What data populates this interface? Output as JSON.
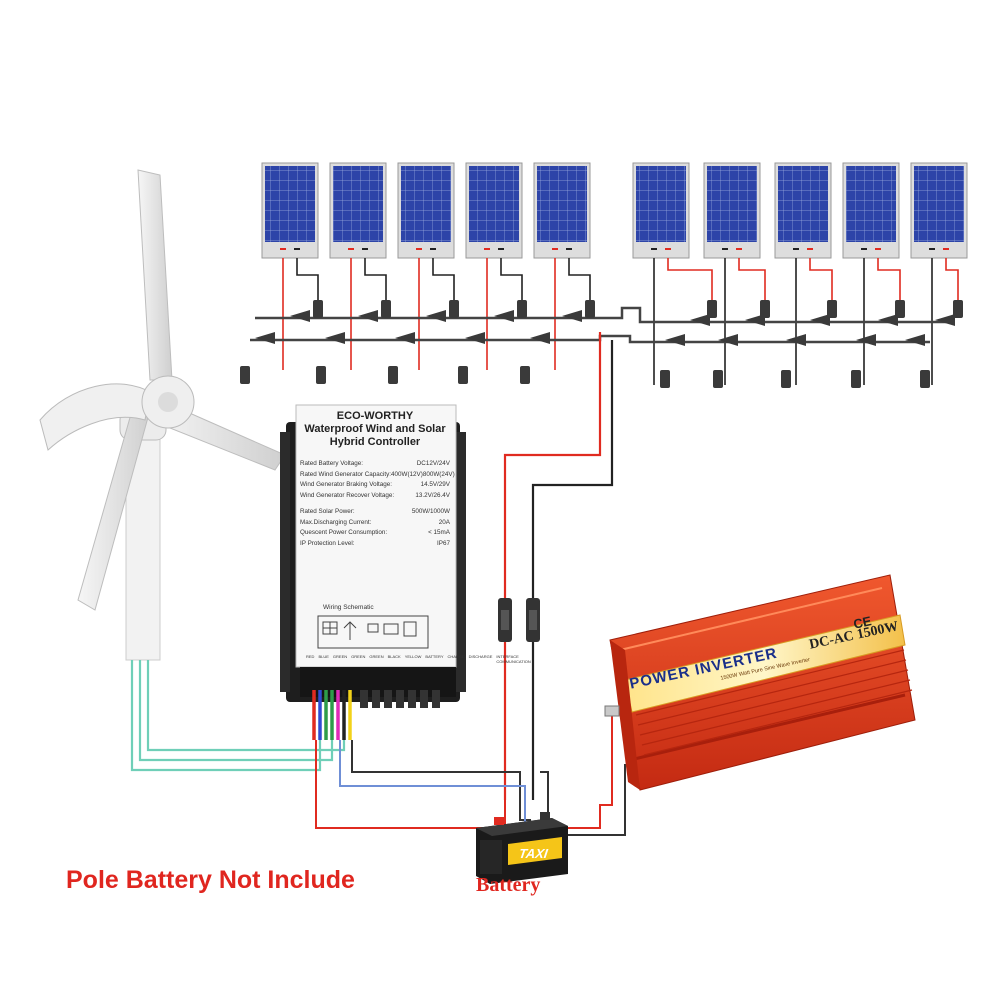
{
  "controller": {
    "brand": "ECO-WORTHY",
    "title_line1": "Waterproof Wind and Solar",
    "title_line2": "Hybrid Controller",
    "specs": [
      {
        "label": "Rated Battery Voltage:",
        "value": "DC12V/24V"
      },
      {
        "label": "Rated Wind Generator Capacity:",
        "value": "400W(12V)800W(24V)"
      },
      {
        "label": "Wind Generator Braking Voltage:",
        "value": "14.5V/29V"
      },
      {
        "label": "Wind Generator Recover Voltage:",
        "value": "13.2V/26.4V"
      },
      {
        "label": "Rated Solar Power:",
        "value": "500W/1000W"
      },
      {
        "label": "Max.Discharging Current:",
        "value": "20A"
      },
      {
        "label": "Quescent Power Consumption:",
        "value": "< 15mA"
      },
      {
        "label": "IP Protection Level:",
        "value": "IP67"
      }
    ],
    "wiring_label": "Wiring Schematic",
    "terminal_labels": [
      "RED",
      "BLUE",
      "GREEN",
      "GREEN",
      "GREEN",
      "BLACK",
      "YELLOW",
      "BATTERY",
      "CHARGE",
      "DISCHARGE",
      "INTERFACE COMMUNICATION"
    ]
  },
  "inverter": {
    "title": "POWER INVERTER",
    "subtitle": "1500W Watt Pure Sine Wave Inverter",
    "rating": "DC-AC 1500W",
    "ce_mark": "CE"
  },
  "battery": {
    "brand": "TAXI",
    "label": "Battery"
  },
  "caption": "Pole Battery Not Include",
  "solar_panels": {
    "count": 10
  },
  "colors": {
    "panel_blue": "#2a3f9c",
    "positive_wire": "#e02b20",
    "negative_wire": "#2a2a2a",
    "turbine_wire": "#6fcfb8",
    "inverter_red": "#e23a1c",
    "caption_red": "#e0261f"
  }
}
